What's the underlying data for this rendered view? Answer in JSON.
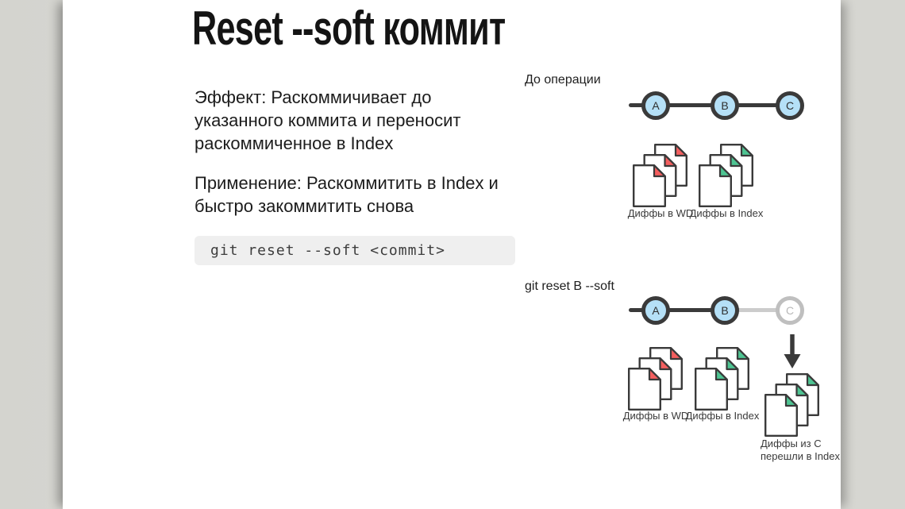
{
  "slide": {
    "title": "Reset --soft коммит",
    "effect_lines": [
      "Эффект: Раскоммичивает до",
      "указанного коммита и переносит",
      "раскоммиченное в Index"
    ],
    "usage_lines": [
      "Применение: Раскоммитить в Index и",
      "быстро закоммитить снова"
    ],
    "command": "git reset --soft <commit>"
  },
  "before": {
    "label": "До операции",
    "commits": [
      {
        "id": "A"
      },
      {
        "id": "B"
      },
      {
        "id": "C"
      }
    ],
    "wd_label": "Диффы в WD",
    "index_label": "Диффы в Index"
  },
  "after": {
    "label": "git reset B --soft",
    "commits": [
      {
        "id": "A"
      },
      {
        "id": "B"
      },
      {
        "id": "C"
      }
    ],
    "wd_label": "Диффы в WD",
    "index_label": "Диффы в Index",
    "moved_lines": [
      "Диффы из C",
      "перешли в Index"
    ]
  },
  "colors": {
    "desktop_bg": "#d7d7d2",
    "page_bg": "#ffffff",
    "text": "#1c1c1c",
    "code_bg": "#efefef",
    "code_text": "#3d3d3d",
    "commit_fill": "#b5e0f7",
    "commit_border": "#3a3a3a",
    "commit_inactive_border": "#bfbfbf",
    "link_light": "#cccccc",
    "wd_fold_red": "#f45f5f",
    "index_fold_green": "#4ec492"
  }
}
